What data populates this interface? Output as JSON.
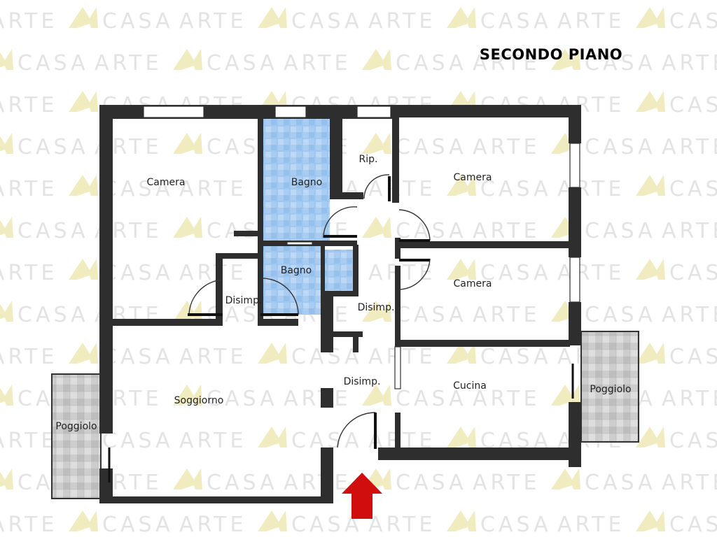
{
  "title": "SECONDO PIANO",
  "watermark": {
    "left": "ARTE",
    "right": "CASA"
  },
  "rooms": {
    "camera_top_left": "Camera",
    "bagno_top": "Bagno",
    "ripostiglio": "Rip.",
    "camera_top_right": "Camera",
    "bagno_small": "Bagno",
    "disimp_left": "Disimp.",
    "disimp_center": "Disimp.",
    "camera_middle_right": "Camera",
    "disimp_lower": "Disimp.",
    "cucina": "Cucina",
    "soggiorno": "Soggiorno",
    "poggiolo_left": "Poggiolo",
    "poggiolo_right": "Poggiolo"
  },
  "colors": {
    "wall": "#2e2e2e",
    "bathroom_tile": "#a9cdf2",
    "balcony_tile": "#cdcdcd",
    "entrance_arrow": "#d10e0e",
    "watermark_text": "#e3e3e3",
    "watermark_logo": "#f0ecc0"
  },
  "icons": {
    "entrance": "entrance-arrow-icon",
    "logo": "artecasa-logo-icon"
  }
}
